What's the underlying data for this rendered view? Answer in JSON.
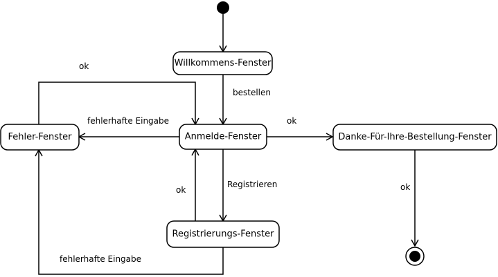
{
  "states": {
    "willkommen": "Willkommens-Fenster",
    "anmelde": "Anmelde-Fenster",
    "fehler": "Fehler-Fenster",
    "registrierung": "Registrierungs-Fenster",
    "danke": "Danke-Für-Ihre-Bestellung-Fenster"
  },
  "transitions": {
    "bestellen": "bestellen",
    "fehler_anmelde": "fehlerhafte Eingabe",
    "ok_fehler_anmelde": "ok",
    "ok_anmelde_danke": "ok",
    "registrieren": "Registrieren",
    "ok_registrierung_anmelde": "ok",
    "fehler_registrierung": "fehlerhafte Eingabe",
    "ok_danke_end": "ok"
  }
}
